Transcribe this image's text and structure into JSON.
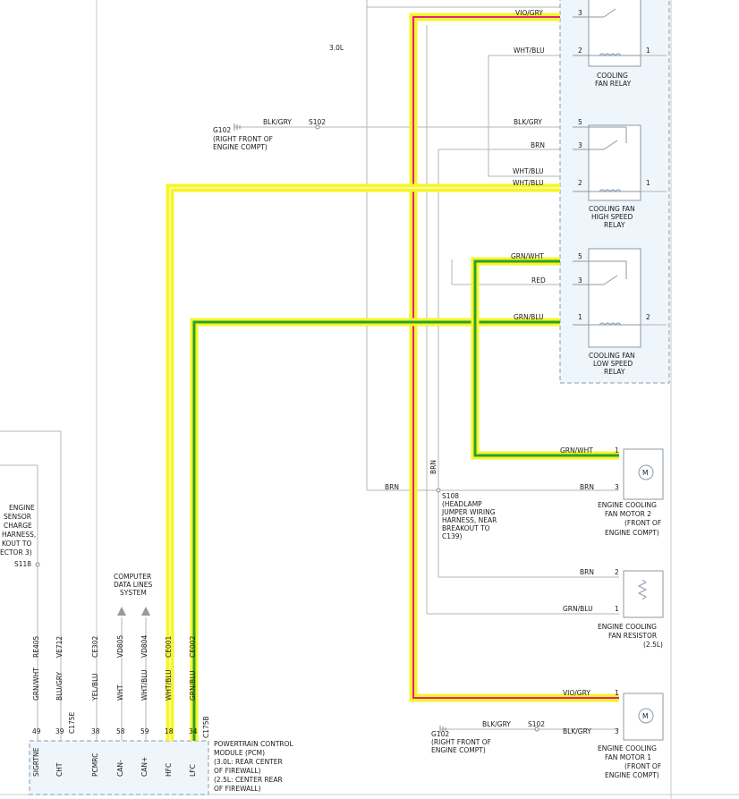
{
  "labels": {
    "engine_3_0": "3.0L",
    "g102_top": "G102",
    "g102_top_line1": "(RIGHT FRONT OF",
    "g102_top_line2": "ENGINE COMPT)",
    "s102_top": "S102",
    "blk_gry_top": "BLK/GRY",
    "s108": "S108",
    "s108_line1": "(HEADLAMP",
    "s108_line2": "JUMPER WIRING",
    "s108_line3": "HARNESS, NEAR",
    "s108_line4": "BREAKOUT TO",
    "s108_line5": "C139)",
    "g102_bot": "G102",
    "g102_bot_line1": "(RIGHT FRONT OF",
    "g102_bot_line2": "ENGINE COMPT)",
    "s102_bot": "S102",
    "blk_gry_bot_left": "BLK/GRY",
    "brn_left": "BRN",
    "brn_vertical": "BRN",
    "cds_line1": "COMPUTER",
    "cds_line2": "DATA LINES",
    "cds_line3": "SYSTEM",
    "sensor_line1": "ENGINE",
    "sensor_line2": "SENSOR",
    "sensor_line3": "CHARGE",
    "sensor_line4": "HARNESS,",
    "sensor_line5": "KOUT TO",
    "sensor_line6": "ECTOR 3)",
    "s118": "S118"
  },
  "relays": {
    "cooling_fan": {
      "name_line1": "COOLING",
      "name_line2": "FAN RELAY",
      "wire_vio_gry": "VIO/GRY",
      "pin_vio_gry": "3",
      "wire_wht_blu": "WHT/BLU",
      "pin_wht_blu": "2",
      "pin_right": "1"
    },
    "high_speed": {
      "name_line1": "COOLING FAN",
      "name_line2": "HIGH SPEED",
      "name_line3": "RELAY",
      "wire_blk_gry": "BLK/GRY",
      "pin_5": "5",
      "wire_brn": "BRN",
      "pin_3": "3",
      "wire_wht_blu_a": "WHT/BLU",
      "wire_wht_blu_b": "WHT/BLU",
      "pin_2": "2",
      "pin_1": "1"
    },
    "low_speed": {
      "name_line1": "COOLING FAN",
      "name_line2": "LOW SPEED",
      "name_line3": "RELAY",
      "wire_grn_wht": "GRN/WHT",
      "pin_5": "5",
      "wire_red": "RED",
      "pin_3": "3",
      "wire_grn_blu": "GRN/BLU",
      "pin_1": "1",
      "pin_2": "2"
    }
  },
  "components": {
    "motor2": {
      "wire_grn_wht": "GRN/WHT",
      "pin_1": "1",
      "wire_brn": "BRN",
      "pin_3": "3",
      "name_line1": "ENGINE COOLING",
      "name_line2": "FAN MOTOR 2",
      "name_line3": "(FRONT OF",
      "name_line4": "ENGINE COMPT)",
      "symbol": "M"
    },
    "resistor": {
      "wire_brn": "BRN",
      "pin_2": "2",
      "wire_grn_blu": "GRN/BLU",
      "pin_1": "1",
      "name_line1": "ENGINE COOLING",
      "name_line2": "FAN RESISTOR",
      "name_line3": "(2.5L)"
    },
    "motor1": {
      "wire_vio_gry": "VIO/GRY",
      "pin_1": "1",
      "wire_blk_gry": "BLK/GRY",
      "pin_3": "3",
      "name_line1": "ENGINE COOLING",
      "name_line2": "FAN MOTOR 1",
      "name_line3": "(FRONT OF",
      "name_line4": "ENGINE COMPT)",
      "symbol": "M"
    }
  },
  "pcm": {
    "title_line1": "POWERTRAIN CONTROL",
    "title_line2": "MODULE (PCM)",
    "title_line3": "(3.0L: REAR CENTER",
    "title_line4": "OF FIREWALL)",
    "title_line5": "(2.5L: CENTER REAR",
    "title_line6": "OF FIREWALL)",
    "connector_a": "C175E",
    "connector_b": "C175B",
    "circuits": [
      "RE405",
      "VE712",
      "CE302",
      "VD805",
      "VD804",
      "CE001",
      "CE002"
    ],
    "wire_colors": [
      "GRN/WHT",
      "BLU/GRY",
      "YEL/BLU",
      "WHT",
      "WHT/BLU",
      "WHT/BLU",
      "GRN/BLU"
    ],
    "pins": [
      "49",
      "39",
      "38",
      "58",
      "59",
      "18",
      "34"
    ],
    "functions": [
      "SIGRTNE",
      "CHT",
      "PCMRC",
      "CAN-",
      "CAN+",
      "HFC",
      "LFC"
    ]
  },
  "colors": {
    "highlight_yellow": "#f5f52a",
    "highlight_magenta": "#e0208c",
    "highlight_green": "#2aa12a",
    "wire_grey": "#b5b5b5",
    "relay_fill": "#eef5fb",
    "relay_border": "#8a9aa8"
  }
}
